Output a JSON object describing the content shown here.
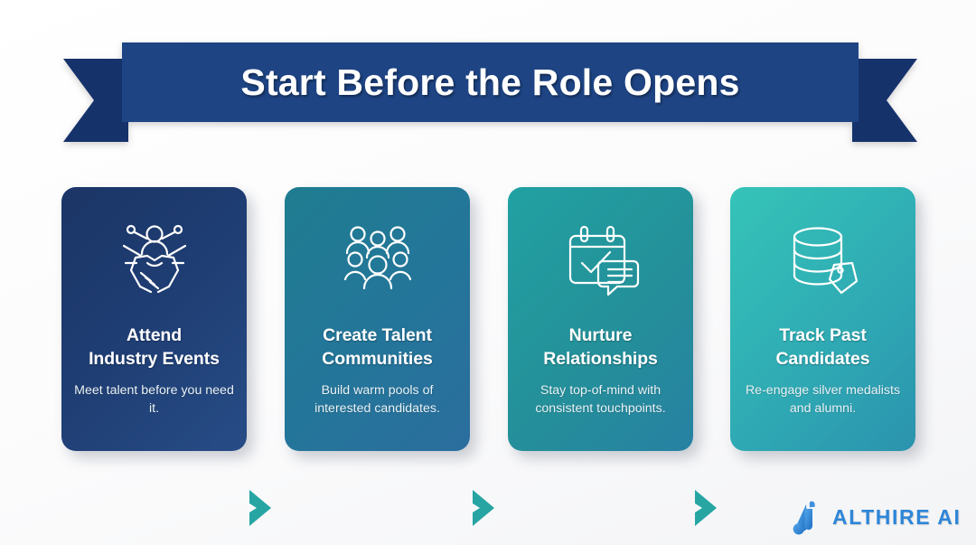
{
  "banner": {
    "title": "Start Before the Role Opens",
    "fill_color": "#1E4484",
    "tail_color": "#16326B"
  },
  "background": {
    "color": "#FFFFFF"
  },
  "steps": [
    {
      "title_line1": "Attend",
      "title_line2": "Industry Events",
      "description": "Meet talent before you need it.",
      "icon": "handshake-network-icon",
      "gradient_from": "#1B3566",
      "gradient_to": "#274C86"
    },
    {
      "title_line1": "Create Talent",
      "title_line2": "Communities",
      "description": "Build warm pools of interested candidates.",
      "icon": "people-group-icon",
      "gradient_from": "#1F7D90",
      "gradient_to": "#2B6E9E"
    },
    {
      "title_line1": "Nurture",
      "title_line2": "Relationships",
      "description": "Stay top-of-mind with consistent touchpoints.",
      "icon": "calendar-check-chat-icon",
      "gradient_from": "#21A1A2",
      "gradient_to": "#2781A3"
    },
    {
      "title_line1": "Track Past",
      "title_line2": "Candidates",
      "description": "Re-engage silver medalists and alumni.",
      "icon": "database-tag-icon",
      "gradient_from": "#35C4B8",
      "gradient_to": "#2B93AE"
    }
  ],
  "connectors": [
    {
      "icon": "chevron-right-icon",
      "color": "#26A5A3"
    },
    {
      "icon": "chevron-right-icon",
      "color": "#26A5A3"
    },
    {
      "icon": "chevron-right-icon",
      "color": "#26A5A3"
    }
  ],
  "logo": {
    "text": "ALTHIRE AI",
    "mark_icon": "althire-a-monogram-icon",
    "color": "#2E86D8"
  }
}
